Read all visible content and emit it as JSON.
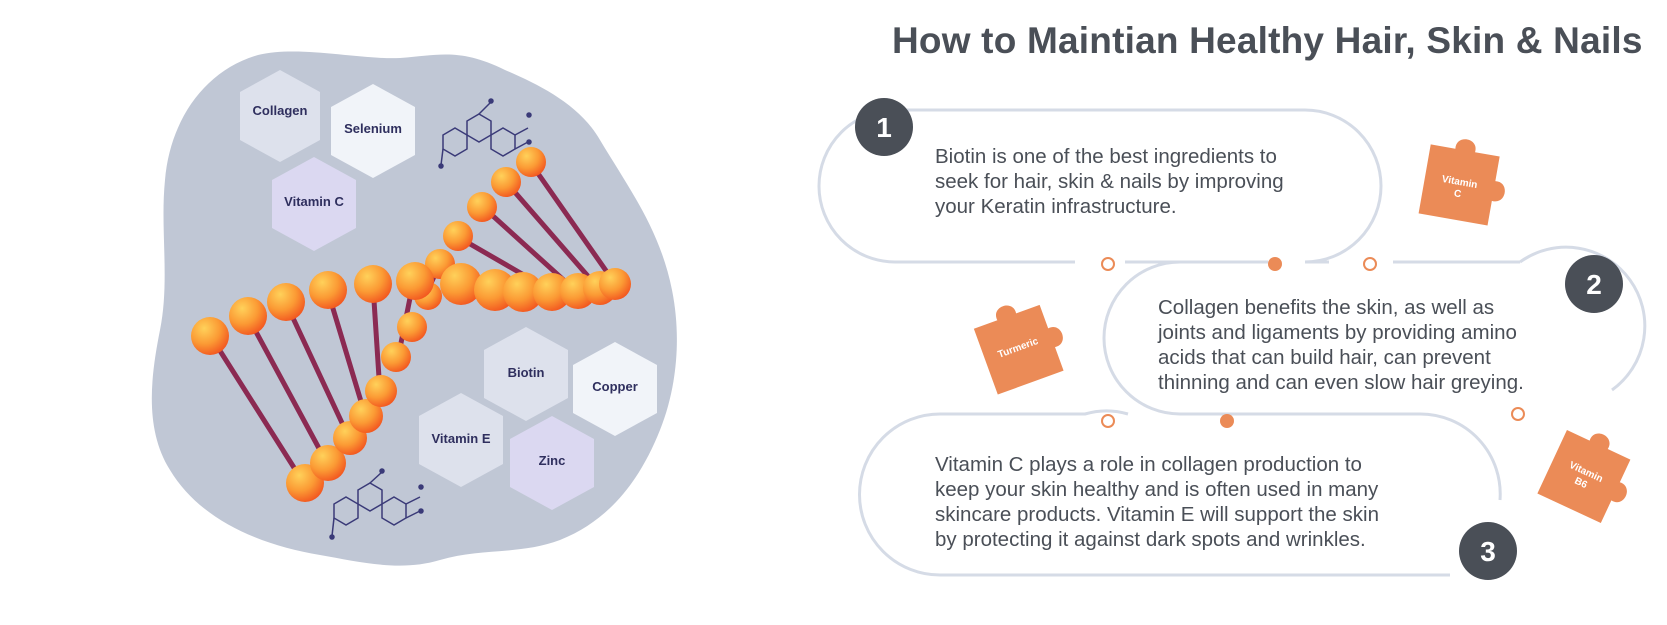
{
  "title": "How to Maintian Healthy Hair, Skin & Nails",
  "ingredients": [
    "Collagen",
    "Selenium",
    "Vitamin C",
    "Biotin",
    "Copper",
    "Vitamin E",
    "Zinc"
  ],
  "steps": [
    {
      "number": "1",
      "lines": [
        "Biotin is one of the best ingredients to",
        "seek for hair, skin & nails by improving",
        "your Keratin infrastructure."
      ]
    },
    {
      "number": "2",
      "lines": [
        "Collagen benefits the skin, as well as",
        "joints and ligaments by providing amino",
        "acids that can build hair, can prevent",
        "thinning and can even slow hair greying."
      ]
    },
    {
      "number": "3",
      "lines": [
        "Vitamin C plays a role in collagen production to",
        "keep your skin healthy and is often used in many",
        "skincare products. Vitamin E will support the skin",
        "by protecting it against dark spots and wrinkles."
      ]
    }
  ],
  "puzzles": {
    "vitamin_c": [
      "Vitamin",
      "C"
    ],
    "turmeric": [
      "Turmeric"
    ],
    "vitamin_b6": [
      "Vitamin",
      "B6"
    ]
  },
  "colors": {
    "text": "#4a4f57",
    "badge": "#4a4f57",
    "puzzle": "#eb8b57",
    "dot": "#eb8b57",
    "path": "#d5dbe6",
    "blob": "#c0c7d5",
    "strand": "#8b2a52"
  }
}
